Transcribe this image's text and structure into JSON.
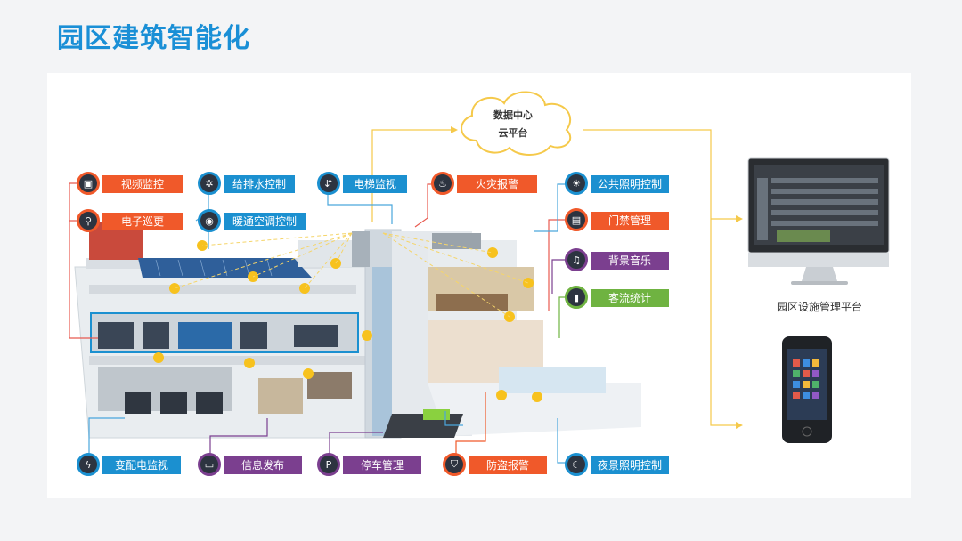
{
  "title": "园区建筑智能化",
  "cloud": {
    "line1": "数据中心",
    "line2": "云平台"
  },
  "platform_caption": "园区设施管理平台",
  "colors": {
    "title": "#1a8fd6",
    "orange": "#f0592a",
    "blue": "#1b90d0",
    "purple": "#7b3f8f",
    "green": "#6fb341",
    "connector_yellow": "#f5c94a",
    "connector_red": "#e85a4f",
    "connector_blue": "#4aa6dc"
  },
  "labels": {
    "video": {
      "text": "视频监控",
      "icon": "camera-icon",
      "color": "orange"
    },
    "patrol": {
      "text": "电子巡更",
      "icon": "patrol-icon",
      "color": "orange"
    },
    "water": {
      "text": "给排水控制",
      "icon": "water-pump-icon",
      "color": "blue"
    },
    "hvac": {
      "text": "暖通空调控制",
      "icon": "hvac-icon",
      "color": "blue"
    },
    "elevator": {
      "text": "电梯监视",
      "icon": "elevator-icon",
      "color": "blue"
    },
    "fire": {
      "text": "火灾报警",
      "icon": "fire-icon",
      "color": "orange"
    },
    "public_light": {
      "text": "公共照明控制",
      "icon": "bulb-icon",
      "color": "blue"
    },
    "access": {
      "text": "门禁管理",
      "icon": "card-reader-icon",
      "color": "orange"
    },
    "music": {
      "text": "背景音乐",
      "icon": "music-icon",
      "color": "purple"
    },
    "traffic": {
      "text": "客流统计",
      "icon": "stats-icon",
      "color": "green"
    },
    "power": {
      "text": "变配电监视",
      "icon": "lightning-icon",
      "color": "blue"
    },
    "info": {
      "text": "信息发布",
      "icon": "display-icon",
      "color": "purple"
    },
    "parking": {
      "text": "停车管理",
      "icon": "parking-icon",
      "color": "purple"
    },
    "security": {
      "text": "防盗报警",
      "icon": "shield-icon",
      "color": "orange"
    },
    "night_light": {
      "text": "夜景照明控制",
      "icon": "night-light-icon",
      "color": "blue"
    }
  }
}
